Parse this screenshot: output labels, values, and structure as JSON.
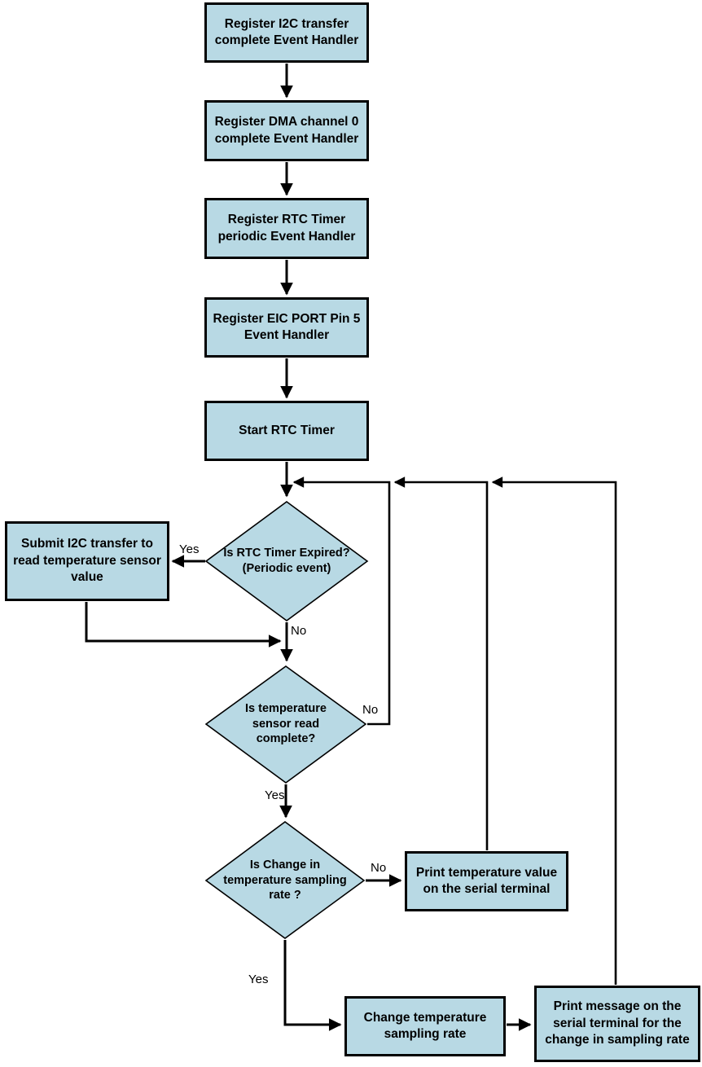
{
  "diagram": {
    "colors": {
      "node_fill": "#b8d9e4",
      "node_border": "#000000",
      "connector": "#000000",
      "background": "#ffffff"
    },
    "process_nodes": {
      "register_i2c": "Register I2C transfer complete Event Handler",
      "register_dma": "Register DMA channel 0 complete Event Handler",
      "register_rtc": "Register RTC Timer periodic Event Handler",
      "register_eic": "Register EIC PORT Pin 5 Event Handler",
      "start_rtc": "Start RTC Timer",
      "submit_i2c": "Submit I2C transfer to read temperature sensor value",
      "print_temp": "Print temperature value on the serial terminal",
      "change_rate": "Change temperature sampling rate",
      "print_msg": "Print message on the serial terminal for the change in sampling rate"
    },
    "decision_nodes": {
      "rtc_expired": "Is RTC Timer Expired? (Periodic event)",
      "sensor_read": "Is temperature sensor read complete?",
      "rate_change": "Is Change in temperature sampling rate ?"
    },
    "edge_labels": {
      "rtc_expired_yes": "Yes",
      "rtc_expired_no": "No",
      "sensor_read_no": "No",
      "sensor_read_yes": "Yes",
      "rate_change_no": "No",
      "rate_change_yes": "Yes"
    }
  }
}
